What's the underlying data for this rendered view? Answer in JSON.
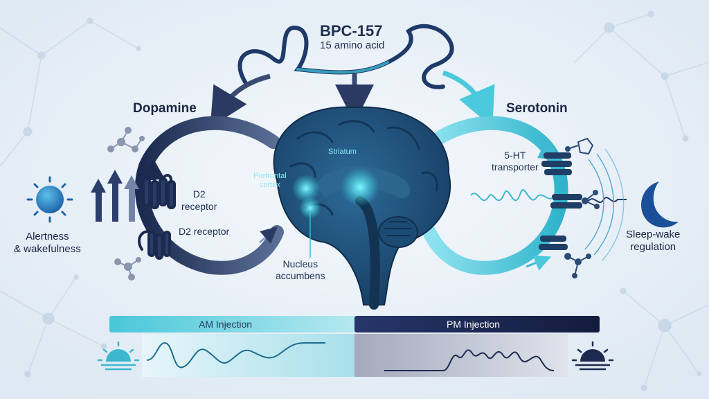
{
  "peptide": {
    "name": "BPC-157",
    "subtitle": "15 amino acid"
  },
  "dopamine": {
    "title": "Dopamine",
    "receptor_label_1": "D2\nreceptor",
    "receptor_label_2": "D2 receptor",
    "effect": "Alertness\n& wakefulness"
  },
  "serotonin": {
    "title": "Serotonin",
    "transporter_label": "5-HT\ntransporter",
    "effect": "Sleep-wake\nregulation"
  },
  "brain": {
    "striatum": "Striatum",
    "prefrontal": "Prefrontal\ncortex",
    "nucleus": "Nucleus\naccumbens"
  },
  "timeline": {
    "am_label": "AM Injection",
    "pm_label": "PM Injection"
  },
  "colors": {
    "background": "#e9f1f8",
    "navy": "#1b2a4e",
    "teal": "#3cc3d6",
    "brain": "#1f4f78",
    "glow": "#34e0ee"
  }
}
